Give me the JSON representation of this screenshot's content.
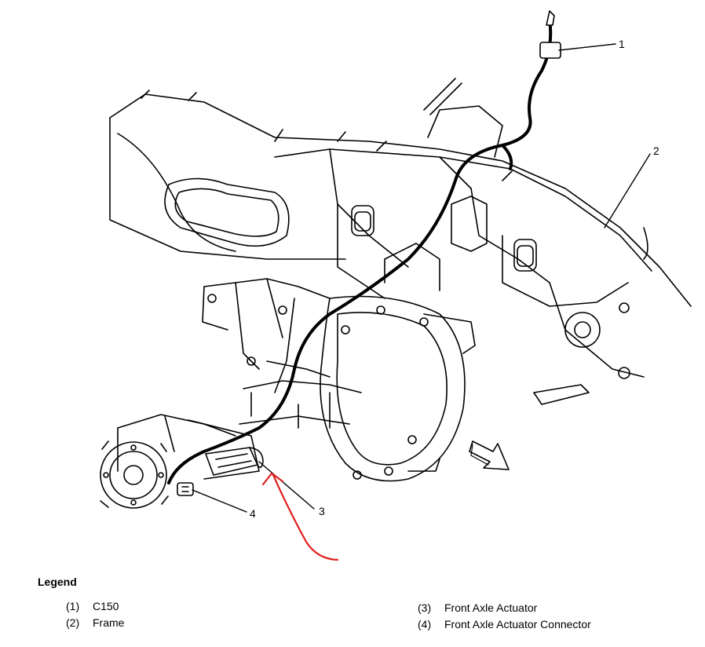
{
  "callouts": {
    "c1": "1",
    "c2": "2",
    "c3": "3",
    "c4": "4"
  },
  "legend": {
    "title": "Legend",
    "items": [
      {
        "num": "(1)",
        "label": "C150"
      },
      {
        "num": "(2)",
        "label": "Frame"
      },
      {
        "num": "(3)",
        "label": "Front Axle Actuator"
      },
      {
        "num": "(4)",
        "label": "Front Axle Actuator Connector"
      }
    ]
  },
  "colors": {
    "line": "#000000",
    "annotation": "#e0201e",
    "background": "#ffffff"
  }
}
